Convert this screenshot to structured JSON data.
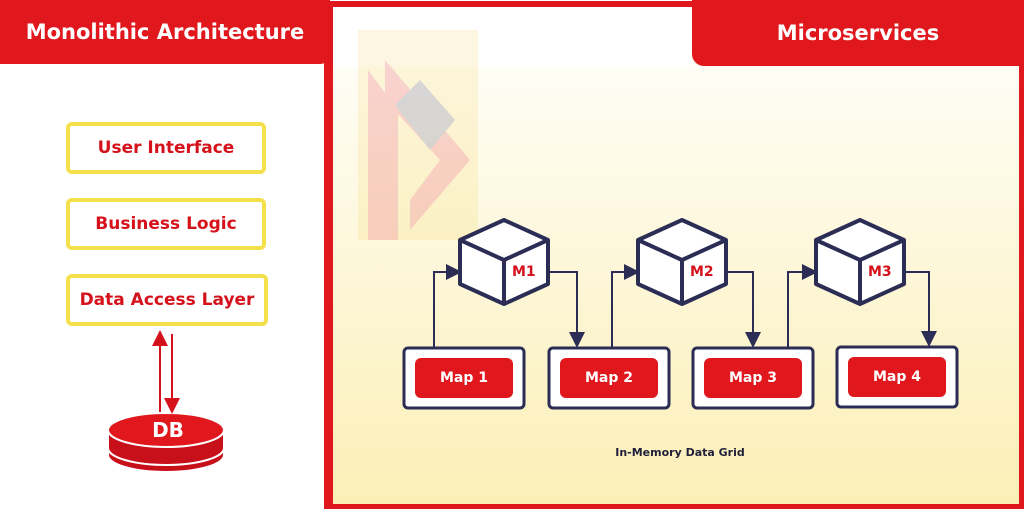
{
  "left_panel": {
    "header": "Monolithic Architecture",
    "layers": [
      "User Interface",
      "Business Logic",
      "Data Access Layer"
    ],
    "database_label": "DB"
  },
  "right_panel": {
    "header": "Microservices",
    "services": [
      "M1",
      "M2",
      "M3"
    ],
    "maps": [
      "Map 1",
      "Map 2",
      "Map 3",
      "Map 4"
    ],
    "grid_label": "In-Memory Data Grid"
  },
  "colors": {
    "brand_red": "#e0181e",
    "label_red": "#d5121b",
    "yellow_border": "#f4e04a",
    "navy": "#2b2d55",
    "panel_bg": "#fdf6d2"
  },
  "icons": [
    "cube-icon",
    "database-cylinder-icon",
    "watermark-logo"
  ]
}
